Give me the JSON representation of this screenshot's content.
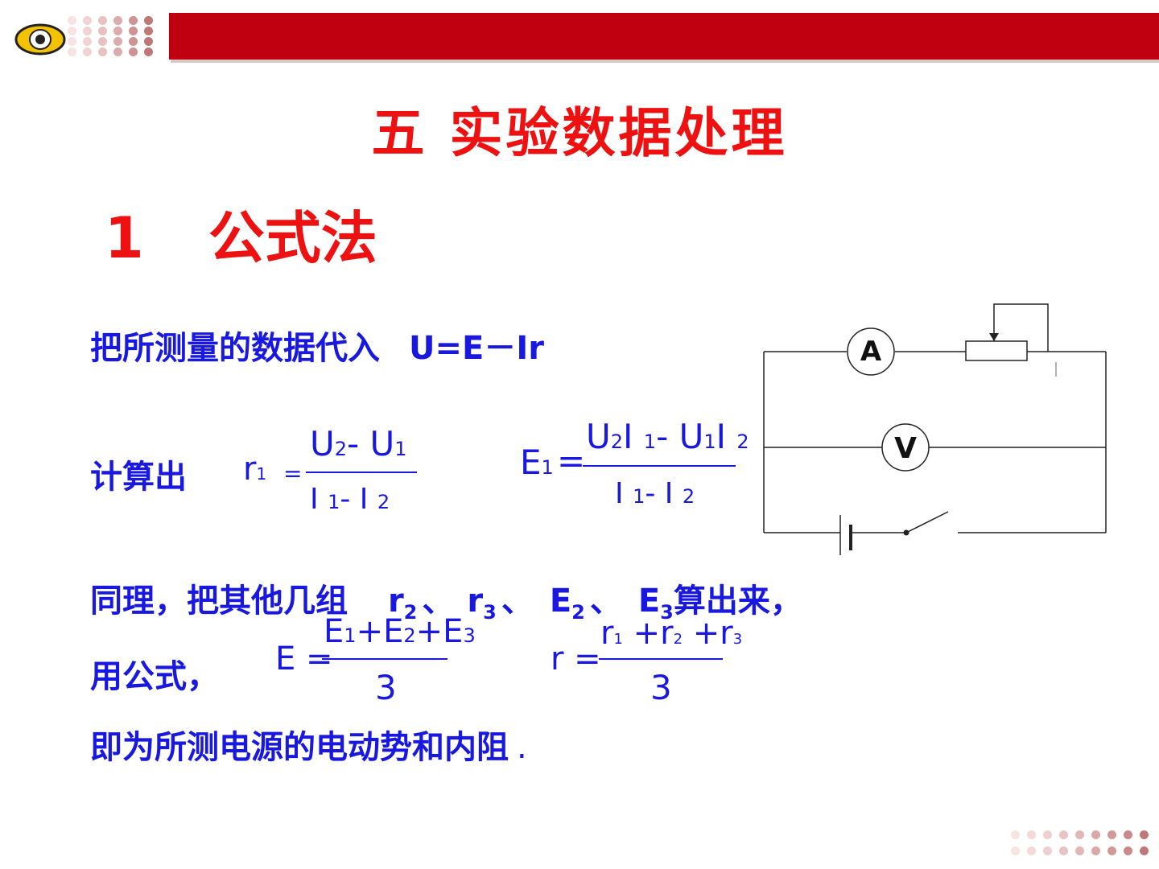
{
  "header": {
    "band_color": "#c00010",
    "logo_icon": "eye-logo-icon"
  },
  "title": "五  实验数据处理",
  "subtitle": {
    "number": "1",
    "text": "公式法"
  },
  "line1": {
    "text": "把所测量的数据代入",
    "formula": "U=E－Ir"
  },
  "line2": {
    "label": "计算出"
  },
  "formula_r1": {
    "lhs_main": "r",
    "lhs_sub": "1",
    "eq": "=",
    "num": [
      "U",
      "2",
      "- U",
      "1"
    ],
    "den": [
      "I",
      "1",
      "- I",
      "2"
    ]
  },
  "formula_E1": {
    "lhs_main": "E",
    "lhs_sub": "1",
    "eq": "=",
    "num": [
      "U",
      "2",
      "I",
      "1",
      "- U",
      "1",
      "I",
      "2"
    ],
    "den": [
      "I",
      "1",
      "- I",
      "2"
    ]
  },
  "line3": {
    "text": "同理，把其他几组",
    "items": [
      {
        "main": "r",
        "sub": "2"
      },
      {
        "main": "r",
        "sub": "3"
      },
      {
        "main": "E",
        "sub": "2"
      },
      {
        "main": "E",
        "sub": "3"
      }
    ],
    "separator": "、",
    "tail": "算出来，"
  },
  "line4": {
    "label": "用公式，"
  },
  "formula_E": {
    "lhs": "E",
    "eq": "=",
    "num": [
      "E",
      "1",
      "+E",
      "2",
      "+E",
      "3"
    ],
    "den": "3"
  },
  "formula_r": {
    "lhs": "r",
    "eq": "=",
    "num": [
      "r",
      "1",
      "+r",
      "2",
      "+r",
      "3"
    ],
    "den": "3"
  },
  "line5": {
    "text": "即为所测电源的电动势和内阻",
    "end": "."
  },
  "circuit": {
    "ammeter_label": "A",
    "voltmeter_label": "V"
  }
}
